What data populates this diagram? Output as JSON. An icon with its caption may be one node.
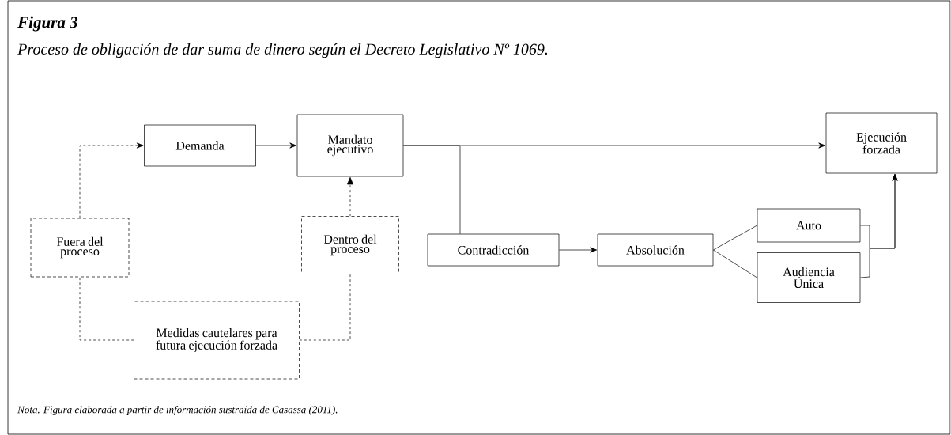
{
  "diagram": {
    "title": "Figura 3",
    "caption": "Nota. Figura elaborada a partir de información sustraída de Casassa (2011).",
    "labels": [
      "Proceso de obligación de dar suma de dinero según el Decreto Legislativo Nº 1069."
    ],
    "nodes": [
      {
        "text": [
          "Demanda"
        ]
      },
      {
        "text": [
          "Mandato ejecutivo"
        ]
      },
      {
        "text": [
          "Ejecución forzada"
        ]
      },
      {
        "text": [
          "Fuera del proceso"
        ]
      },
      {
        "text": [
          "Dentro del proceso"
        ]
      },
      {
        "text": [
          "Contradicción"
        ]
      },
      {
        "text": [
          "Absolución"
        ]
      },
      {
        "text": [
          "Auto"
        ]
      },
      {
        "text": [
          "Audiencia Única"
        ]
      },
      {
        "text": [
          "Medidas cautelares para futura ejecución forzada"
        ]
      }
    ],
    "edges": [
      {
        "from": 3,
        "to": 0,
        "arrow": "to",
        "style": "dashed"
      },
      {
        "from": 0,
        "to": 1,
        "arrow": "to"
      },
      {
        "from": 4,
        "to": 1,
        "arrow": "to",
        "style": "dashed"
      },
      {
        "from": 1,
        "to": 2,
        "arrow": "to"
      },
      {
        "from": 1,
        "to": 5,
        "arrow": "none"
      },
      {
        "from": 5,
        "to": 6,
        "arrow": "to"
      },
      {
        "from": 6,
        "to": 7,
        "arrow": "none"
      },
      {
        "from": 6,
        "to": 8,
        "arrow": "none"
      },
      {
        "from": 7,
        "to": 2,
        "arrow": "to"
      },
      {
        "from": 8,
        "to": 2,
        "arrow": "to"
      },
      {
        "from": 9,
        "to": 3,
        "arrow": "none",
        "style": "dashed"
      },
      {
        "from": 9,
        "to": 4,
        "arrow": "none",
        "style": "dashed"
      }
    ]
  }
}
